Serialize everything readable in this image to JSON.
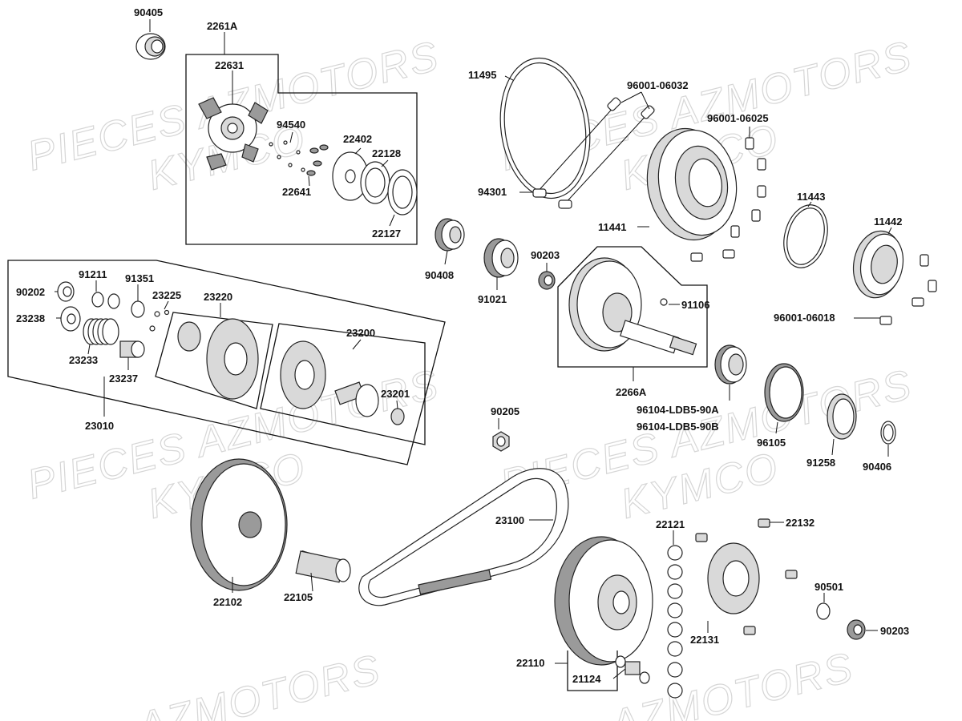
{
  "watermarks": [
    {
      "l1": "PIECES AZMOTORS",
      "l2": "KYMCO"
    },
    {
      "l1": "PIECES AZMOTORS",
      "l2": "KYMCO"
    },
    {
      "l1": "PIECES AZMOTORS",
      "l2": "KYMCO"
    },
    {
      "l1": "PIECES AZMOTORS",
      "l2": "KYMCO"
    },
    {
      "l1": "AZMOTORS",
      "l2": ""
    },
    {
      "l1": "AZMOTORS",
      "l2": ""
    }
  ],
  "labels": {
    "p90405": "90405",
    "p2261A": "2261A",
    "p22631": "22631",
    "p94540": "94540",
    "p22402": "22402",
    "p22128": "22128",
    "p22641": "22641",
    "p22127": "22127",
    "p11495": "11495",
    "p96001_06032": "96001-06032",
    "p96001_06025": "96001-06025",
    "p94301": "94301",
    "p11443": "11443",
    "p11442": "11442",
    "p11441": "11441",
    "p90408": "90408",
    "p90203a": "90203",
    "p91021": "91021",
    "p91106": "91106",
    "p96001_06018": "96001-06018",
    "p90202": "90202",
    "p91211": "91211",
    "p91351": "91351",
    "p23225": "23225",
    "p23220": "23220",
    "p23238": "23238",
    "p23200": "23200",
    "p23233": "23233",
    "p23237": "23237",
    "p23201": "23201",
    "p23010": "23010",
    "p2266A": "2266A",
    "p96104A": "96104-LDB5-90A",
    "p96104B": "96104-LDB5-90B",
    "p96105": "96105",
    "p91258": "91258",
    "p90406": "90406",
    "p90205": "90205",
    "p23100": "23100",
    "p22121": "22121",
    "p22132": "22132",
    "p22102": "22102",
    "p22105": "22105",
    "p90501": "90501",
    "p22131": "22131",
    "p90203b": "90203",
    "p22110": "22110",
    "p21124": "21124"
  }
}
